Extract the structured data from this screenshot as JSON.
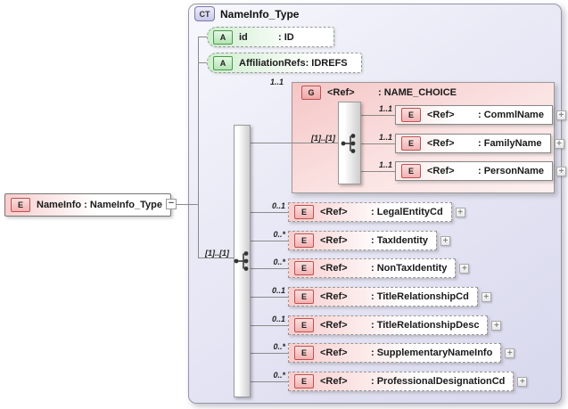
{
  "root": {
    "icon": "E",
    "label": "NameInfo : NameInfo_Type",
    "collapse_toggle": "−"
  },
  "complex_type": {
    "badge": "CT",
    "title": "NameInfo_Type",
    "attributes": [
      {
        "icon": "A",
        "name": "id",
        "type": ": ID"
      },
      {
        "icon": "A",
        "name": "AffiliationRefs",
        "type": ": IDREFS"
      }
    ],
    "sequence_cardinality": "[1]..[1]",
    "group": {
      "cardinality": "1..1",
      "icon": "G",
      "ref": "<Ref>",
      "type": ": NAME_CHOICE",
      "choice_cardinality": "[1]..[1]",
      "elements": [
        {
          "cardinality": "1..1",
          "icon": "E",
          "ref": "<Ref>",
          "type": ": CommlName",
          "expand": "+"
        },
        {
          "cardinality": "1..1",
          "icon": "E",
          "ref": "<Ref>",
          "type": ": FamilyName",
          "expand": "+"
        },
        {
          "cardinality": "1..1",
          "icon": "E",
          "ref": "<Ref>",
          "type": ": PersonName",
          "expand": "+"
        }
      ]
    },
    "elements": [
      {
        "cardinality": "0..1",
        "icon": "E",
        "ref": "<Ref>",
        "type": ": LegalEntityCd",
        "expand": "+"
      },
      {
        "cardinality": "0..*",
        "icon": "E",
        "ref": "<Ref>",
        "type": ": TaxIdentity",
        "expand": "+"
      },
      {
        "cardinality": "0..*",
        "icon": "E",
        "ref": "<Ref>",
        "type": ": NonTaxIdentity",
        "expand": "+"
      },
      {
        "cardinality": "0..1",
        "icon": "E",
        "ref": "<Ref>",
        "type": ": TitleRelationshipCd",
        "expand": "+"
      },
      {
        "cardinality": "0..1",
        "icon": "E",
        "ref": "<Ref>",
        "type": ": TitleRelationshipDesc",
        "expand": "+"
      },
      {
        "cardinality": "0..*",
        "icon": "E",
        "ref": "<Ref>",
        "type": ": SupplementaryNameInfo",
        "expand": "+"
      },
      {
        "cardinality": "0..*",
        "icon": "E",
        "ref": "<Ref>",
        "type": ": ProfessionalDesignationCd",
        "expand": "+"
      }
    ]
  },
  "colors": {
    "container_fill": "#dcdcf0",
    "group_fill": "#f5c6c6",
    "attribute_fill": "#cfeecf",
    "element_fill": "#f8cdcd",
    "border": "#999999"
  }
}
